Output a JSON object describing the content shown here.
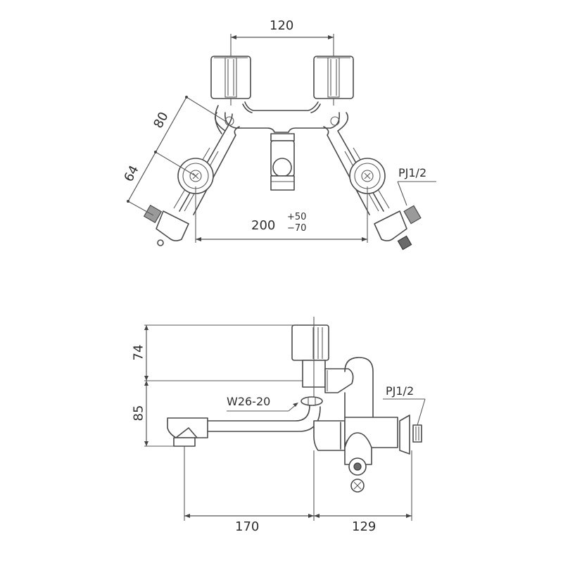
{
  "drawing": {
    "subject": "two-handle wall-mounted mixer faucet",
    "top_view": {
      "handle_spacing": "120",
      "arm_upper_length": "80",
      "arm_lower_length": "64",
      "inlet_spacing_nominal": "200",
      "inlet_spacing_tol_plus": "+50",
      "inlet_spacing_tol_minus": "−70",
      "inlet_thread": "PJ1/2"
    },
    "side_view": {
      "height_upper": "74",
      "height_lower": "85",
      "spout_connection": "W26-20",
      "inlet_thread": "PJ1/2",
      "spout_reach": "170",
      "body_depth": "129"
    },
    "colors": {
      "line": "#4a4a4a",
      "background": "#ffffff",
      "hatch": "#9a9a9a"
    }
  }
}
